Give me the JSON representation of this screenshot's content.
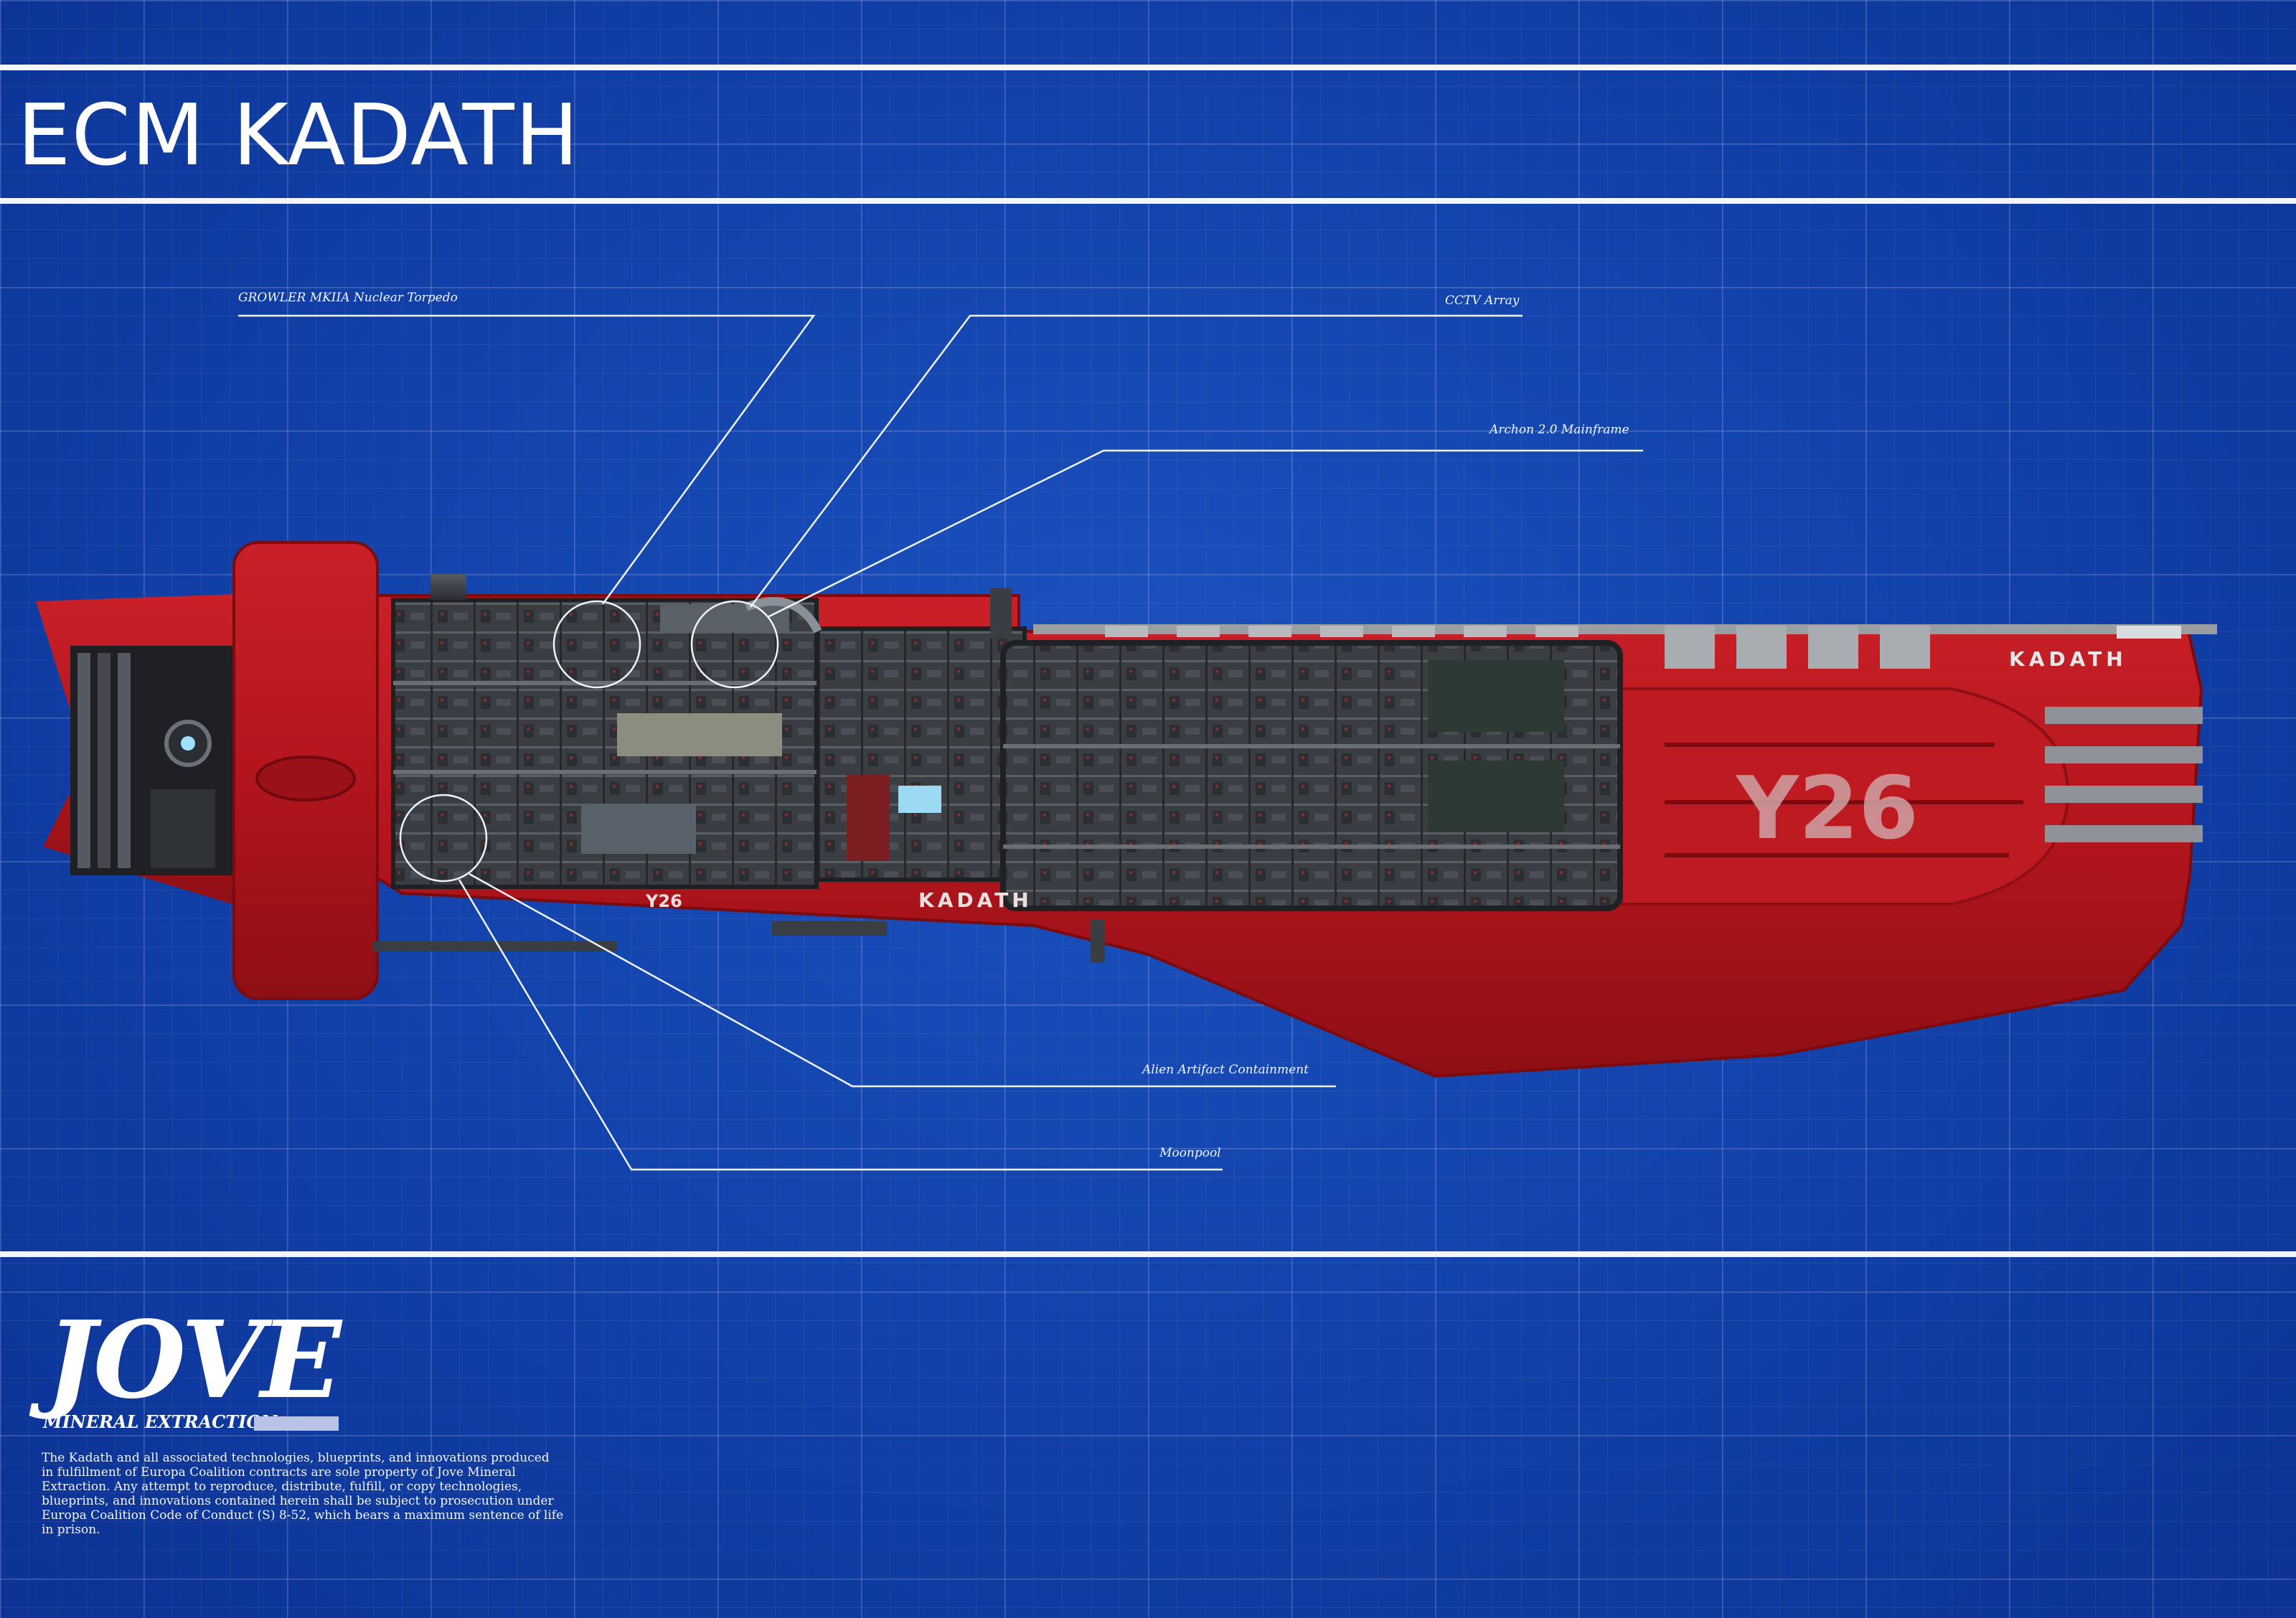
{
  "title": "ECM KADATH",
  "callouts": {
    "torpedo": "GROWLER MKIIA Nuclear Torpedo",
    "cctv": "CCTV Array",
    "archon": "Archon 2.0 Mainframe",
    "alien": "Alien Artifact Containment",
    "moonpool": "Moonpool"
  },
  "ship": {
    "name_marking": "KADATH",
    "hull_number": "Y26",
    "lower_hull_number": "Y26",
    "lower_name_marking": "KADATH"
  },
  "logo": {
    "wordmark": "JOVE",
    "tagline": "MINERAL EXTRACTION"
  },
  "legal": "The Kadath and all associated technologies, blueprints, and innovations produced\nin fulfillment of Europa Coalition contracts are sole property of Jove Mineral\nExtraction. Any attempt to reproduce, distribute, fulfill, or copy technologies,\nblueprints, and innovations contained herein shall be subject to prosecution under\nEuropa Coalition Code of Conduct (S) 8-52, which bears a maximum sentence of life\nin prison.",
  "colors": {
    "blueprint_blue": "#1443ad",
    "hull_red": "#b3151c",
    "interior_gray": "#3a3c40",
    "line_white": "#f4f6fb"
  }
}
